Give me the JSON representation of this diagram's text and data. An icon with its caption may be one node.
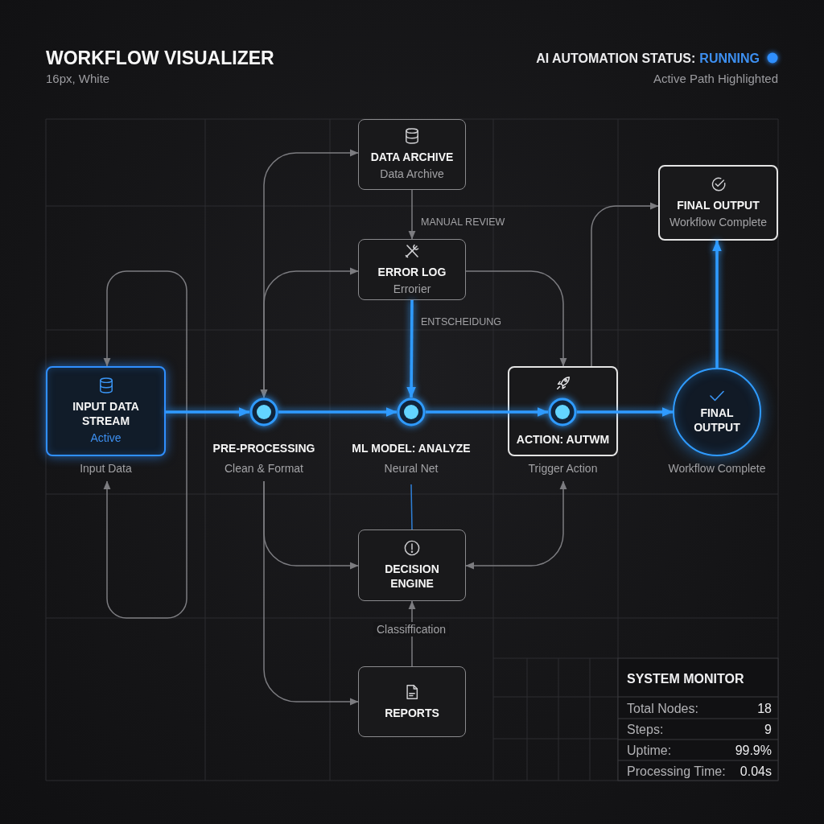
{
  "diagram": {
    "title": "WORKFLOW VISUALIZER",
    "nodes": [
      {
        "text": [
          "DATA ARCHIVE",
          "Data Archive"
        ]
      },
      {
        "text": [
          "FINAL OUTPUT",
          "Workflow Complete"
        ]
      },
      {
        "text": [
          "ERROR LOG",
          "Errorier"
        ]
      },
      {
        "text": [
          "INPUT DATA STREAM",
          "Active"
        ],
        "beside": [
          "Input Data"
        ]
      },
      {
        "text": [
          "PRE-PROCESSING",
          "Clean & Format"
        ]
      },
      {
        "text": [
          "ML MODEL: ANALYZE",
          "Neural Net"
        ]
      },
      {
        "text": [
          "ACTION: AUTWM"
        ],
        "beside": [
          "Trigger Action"
        ]
      },
      {
        "text": [],
        "shape": "circle",
        "in": 6
      },
      {
        "text": [
          "FINAL OUTPUT"
        ],
        "beside": [
          "Workflow Complete"
        ]
      },
      {
        "text": [
          "DECISION ENGINE"
        ]
      },
      {
        "text": [
          "REPORTS"
        ]
      }
    ],
    "edges": [
      {
        "from": 3,
        "to": 3,
        "arrow": "both"
      },
      {
        "from": 4,
        "to": 0,
        "arrow": "both"
      },
      {
        "from": 4,
        "to": 2,
        "arrow": "both"
      },
      {
        "from": 0,
        "to": 2,
        "arrow": "to",
        "label": "MANUAL REVIEW"
      },
      {
        "from": 2,
        "to": 5,
        "arrow": "to",
        "label": "ENTSCHEIDUNG",
        "style": "thick",
        "color": "#2f9bff"
      },
      {
        "from": 2,
        "to": 6,
        "arrow": "to"
      },
      {
        "from": 6,
        "to": 1,
        "arrow": "to"
      },
      {
        "from": 3,
        "to": 4,
        "arrow": "to",
        "style": "thick",
        "color": "#2f9bff"
      },
      {
        "from": 4,
        "to": 5,
        "arrow": "to",
        "style": "thick",
        "color": "#2f9bff"
      },
      {
        "from": 5,
        "to": 7,
        "arrow": "to",
        "style": "thick",
        "color": "#2f9bff"
      },
      {
        "from": 7,
        "to": 8,
        "arrow": "to",
        "style": "thick",
        "color": "#2f9bff"
      },
      {
        "from": 8,
        "to": 1,
        "arrow": "to",
        "style": "thick",
        "color": "#2f9bff"
      },
      {
        "from": 5,
        "to": 9,
        "arrow": "none",
        "color": "#2f7fd6"
      },
      {
        "from": 4,
        "to": 9,
        "arrow": "to"
      },
      {
        "from": 4,
        "to": 10,
        "arrow": "to"
      },
      {
        "from": 9,
        "to": 6,
        "arrow": "both"
      },
      {
        "from": 10,
        "to": 9,
        "arrow": "to",
        "label": "Classiffication"
      }
    ],
    "labels": [
      "AI AUTOMATION STATUS:",
      "RUNNING",
      "16px, White",
      "Active Path Highlighted",
      "SYSTEM MONITOR",
      "Total Nodes:",
      "18",
      "Steps:",
      "9",
      "Uptime:",
      "99.9%",
      "Processing Time:",
      "0.04s"
    ]
  }
}
